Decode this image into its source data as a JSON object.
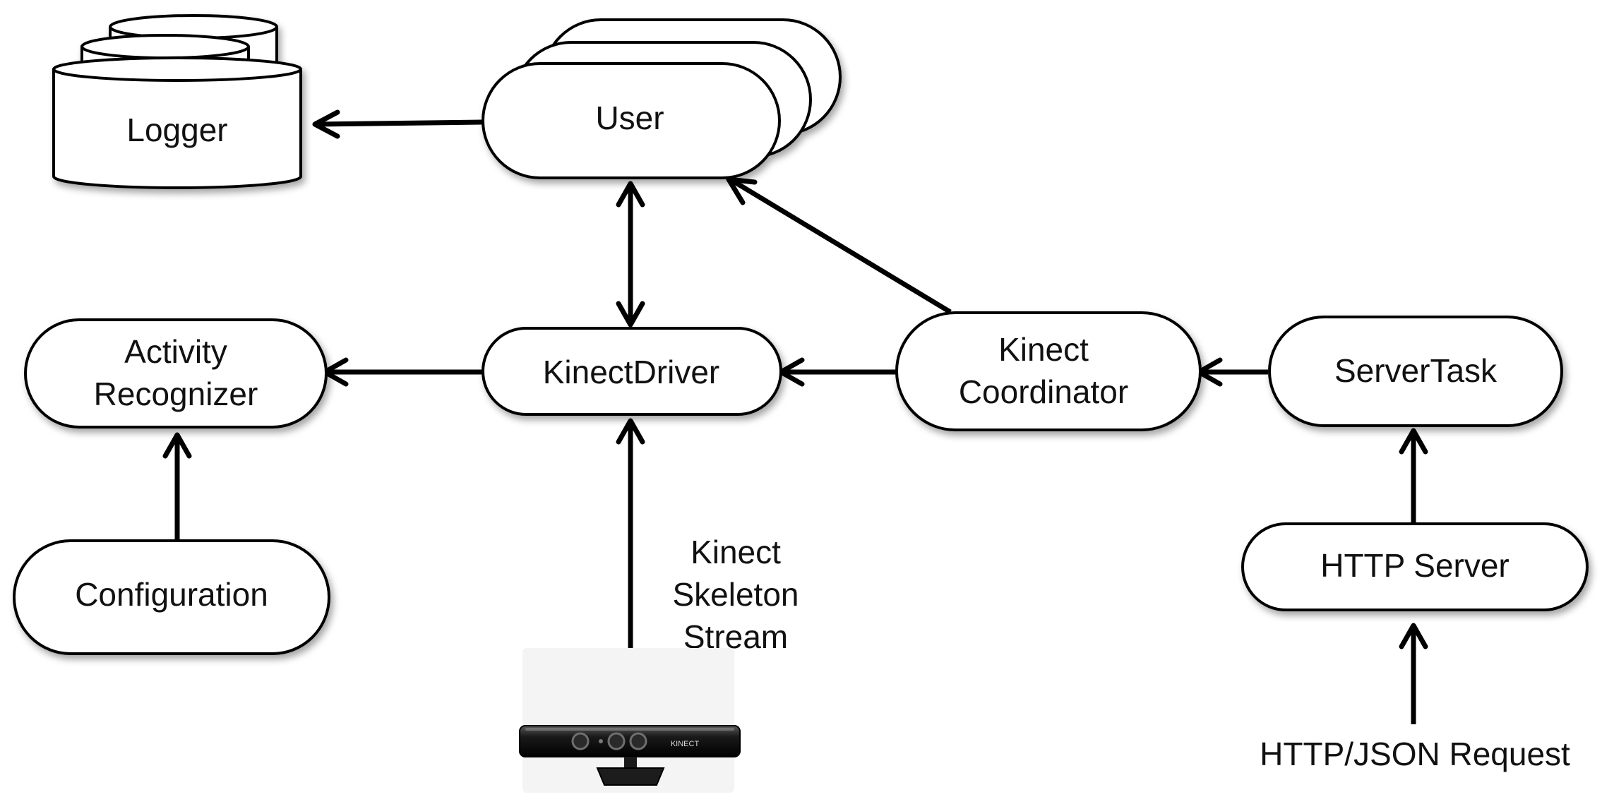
{
  "nodes": {
    "logger": {
      "label": "Logger"
    },
    "user": {
      "label": "User"
    },
    "activity_recognizer": {
      "line1": "Activity",
      "line2": "Recognizer"
    },
    "kinect_driver": {
      "label": "KinectDriver"
    },
    "kinect_coordinator": {
      "line1": "Kinect",
      "line2": "Coordinator"
    },
    "server_task": {
      "label": "ServerTask"
    },
    "configuration": {
      "label": "Configuration"
    },
    "http_server": {
      "label": "HTTP Server"
    }
  },
  "labels": {
    "skeleton_stream": {
      "line1": "Kinect",
      "line2": "Skeleton",
      "line3": "Stream"
    },
    "http_request": "HTTP/JSON Request",
    "sensor_brand": "KINECT"
  },
  "edges": [
    {
      "from": "User",
      "to": "Logger"
    },
    {
      "from": "KinectDriver",
      "to": "User",
      "bidirectional": true
    },
    {
      "from": "Kinect Coordinator",
      "to": "User"
    },
    {
      "from": "KinectDriver",
      "to": "Activity Recognizer"
    },
    {
      "from": "Kinect Coordinator",
      "to": "KinectDriver"
    },
    {
      "from": "ServerTask",
      "to": "Kinect Coordinator"
    },
    {
      "from": "Configuration",
      "to": "Activity Recognizer"
    },
    {
      "from": "Kinect Skeleton Stream",
      "to": "KinectDriver"
    },
    {
      "from": "HTTP Server",
      "to": "ServerTask"
    },
    {
      "from": "HTTP/JSON Request",
      "to": "HTTP Server"
    }
  ]
}
